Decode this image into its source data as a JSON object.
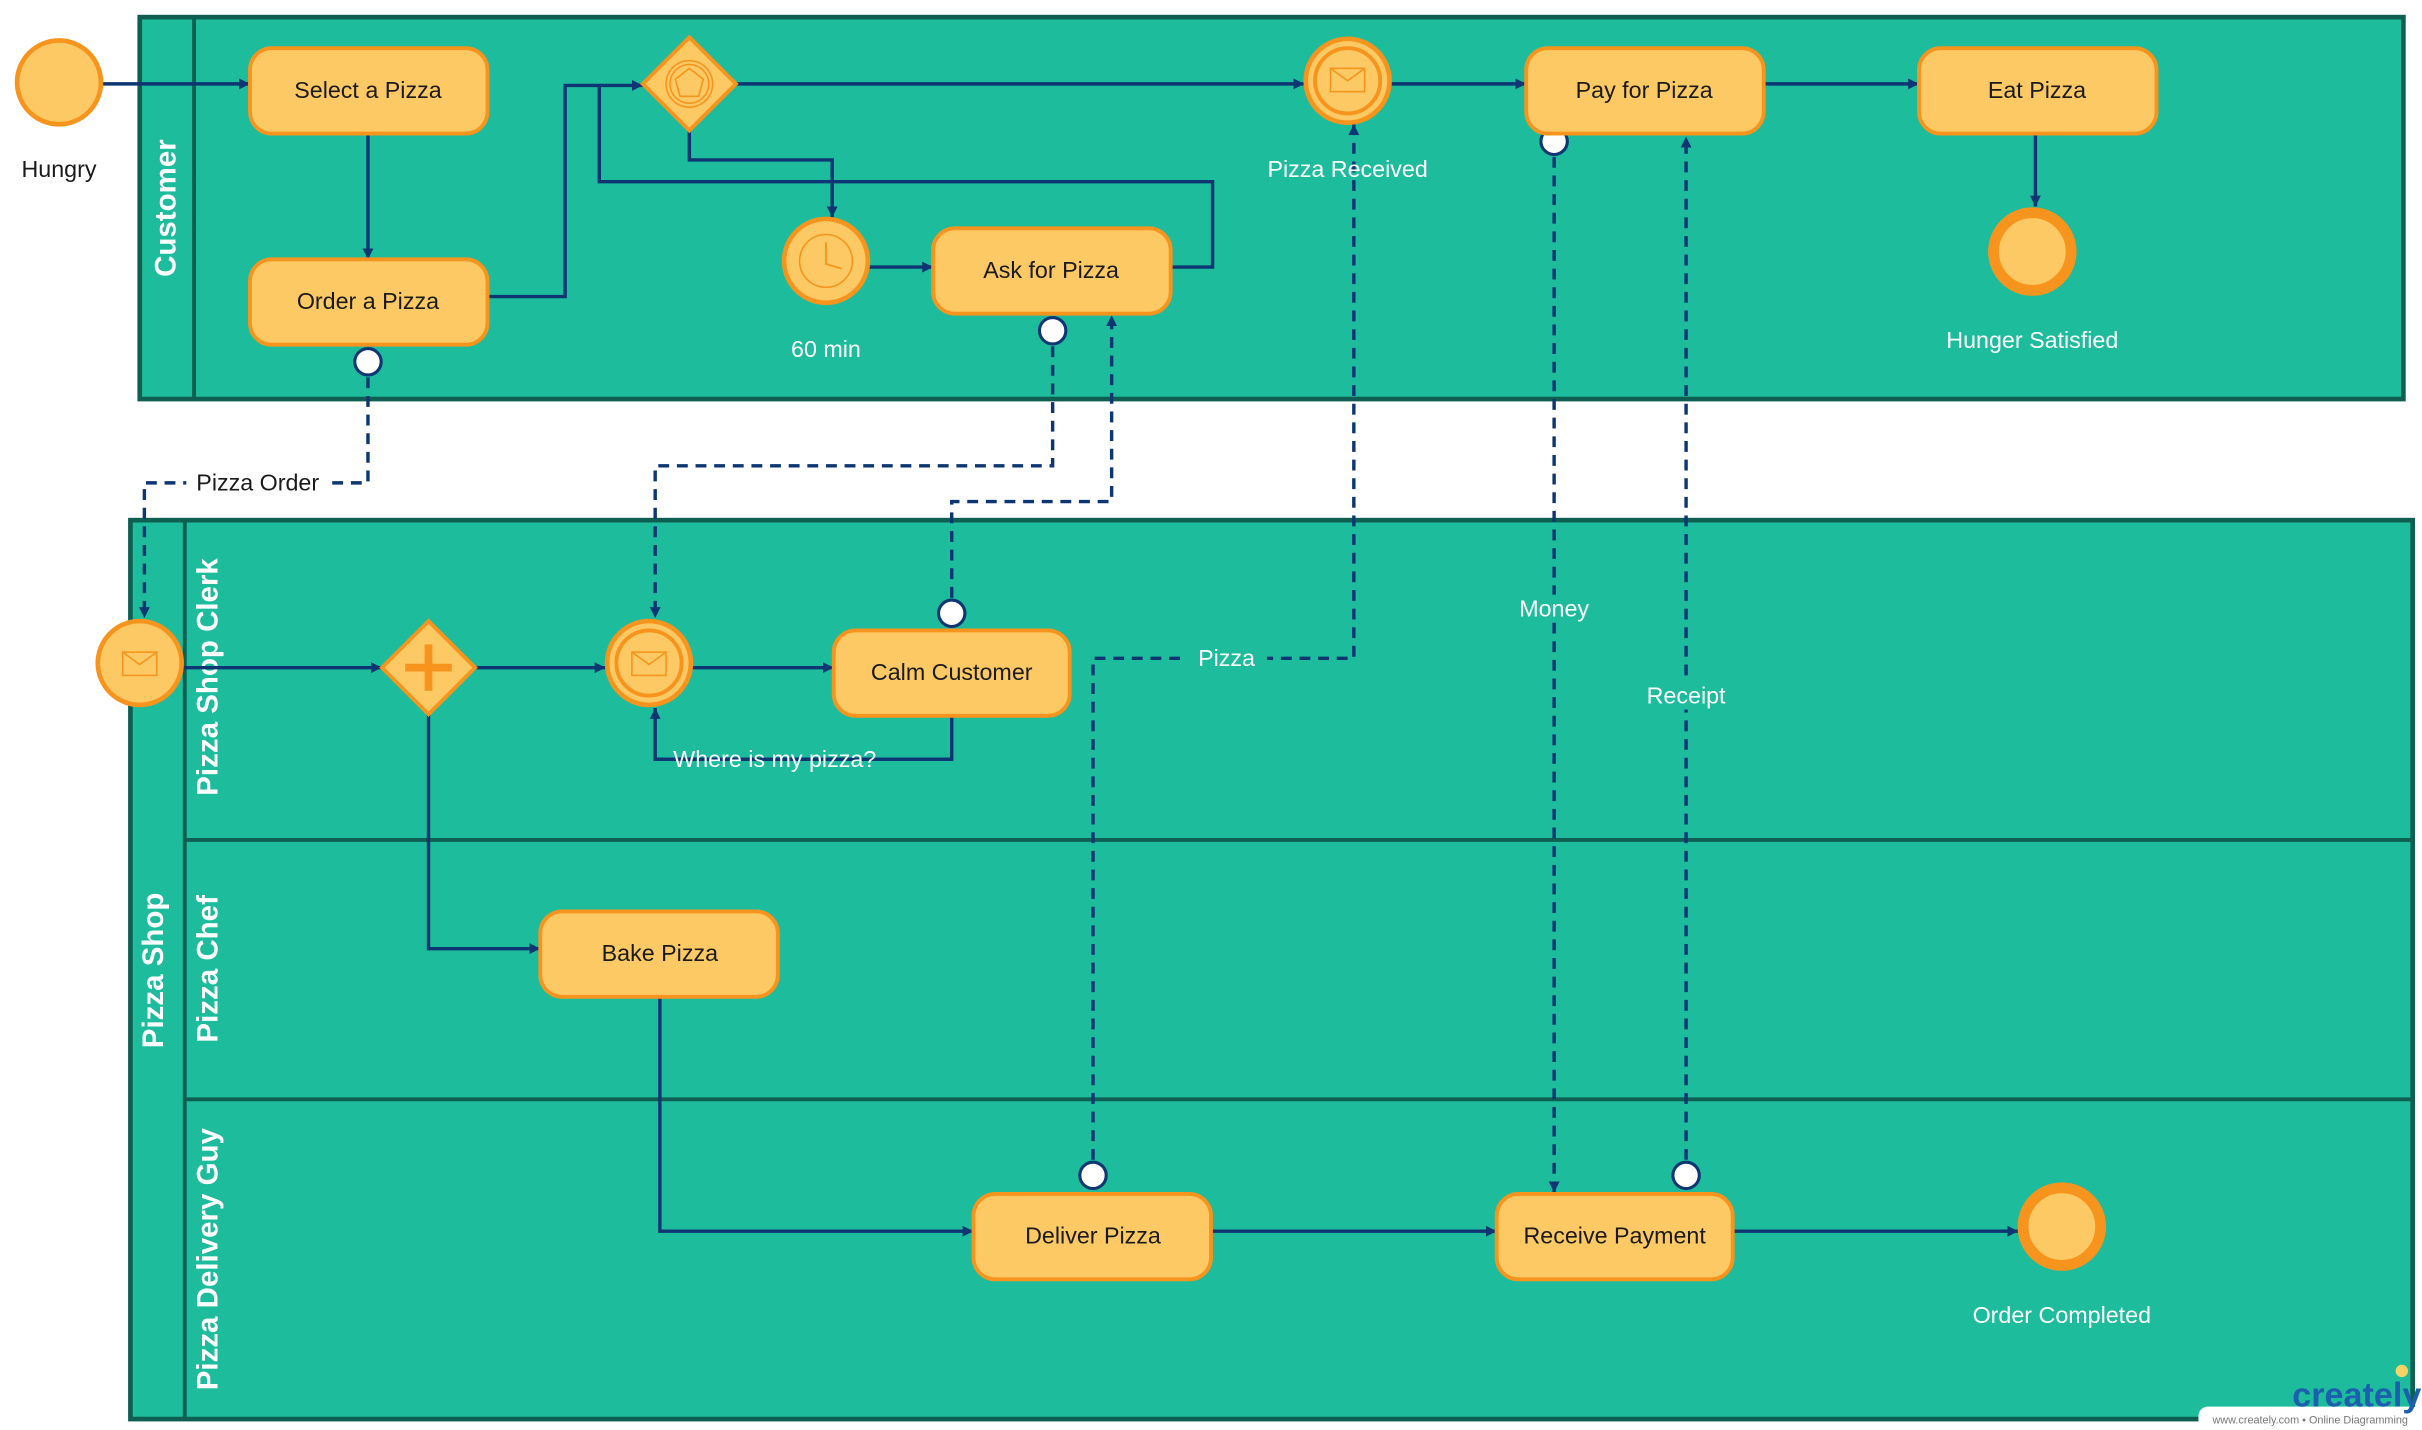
{
  "pools": {
    "customer": {
      "title": "Customer"
    },
    "shop": {
      "title": "Pizza Shop",
      "lanes": [
        "Pizza Shop Clerk",
        "Pizza  Chef",
        "Pizza Delivery Guy"
      ]
    }
  },
  "events": {
    "hungry": "Hungry",
    "timer": "60 min",
    "pizza_received": "Pizza Received",
    "hunger_satisfied": "Hunger Satisfied",
    "where_is_pizza": "Where is my pizza?",
    "order_completed": "Order Completed"
  },
  "tasks": {
    "select": "Select a Pizza",
    "order": "Order a Pizza",
    "ask": "Ask for Pizza",
    "pay": "Pay for Pizza",
    "eat": "Eat Pizza",
    "calm": "Calm Customer",
    "bake": "Bake Pizza",
    "deliver": "Deliver Pizza",
    "receive_payment": "Receive Payment"
  },
  "messages": {
    "pizza_order": "Pizza Order",
    "pizza": "Pizza",
    "money": "Money",
    "receipt": "Receipt"
  },
  "watermark": {
    "logo": "creately",
    "tagline": "www.creately.com • Online Diagramming"
  },
  "colors": {
    "pool": "#1DBC9C",
    "border": "#0E5E52",
    "flow": "#0D3672",
    "fill": "#FDC964",
    "stroke": "#F7941D"
  }
}
